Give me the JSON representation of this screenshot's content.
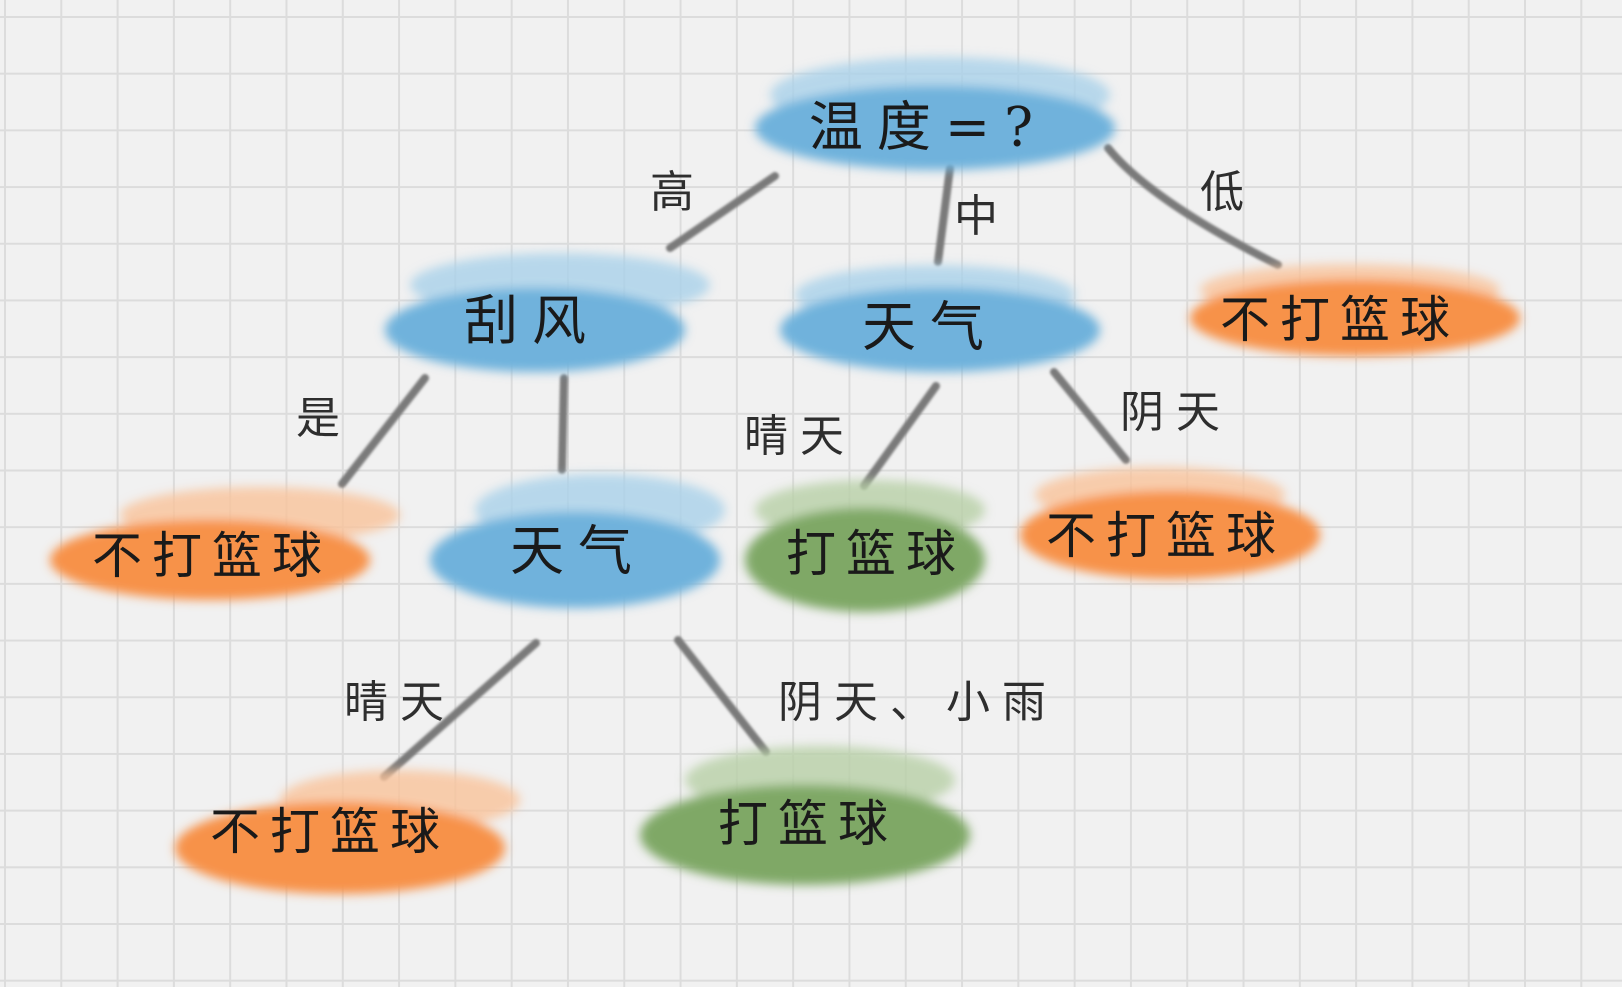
{
  "diagram": {
    "type": "decision-tree",
    "colors": {
      "background": "#f1f1f1",
      "grid": "#dcdcdc",
      "decision_node": "#6fb2dc",
      "no_play_leaf": "#f7924a",
      "play_leaf": "#7fa866",
      "edge": "#7a7a7a",
      "text": "#1a1a1a"
    },
    "nodes": {
      "root": {
        "label": "温度=?",
        "kind": "decision"
      },
      "wind": {
        "label": "刮风",
        "kind": "decision"
      },
      "weather_mid": {
        "label": "天气",
        "kind": "decision"
      },
      "leaf_low": {
        "label": "不打篮球",
        "kind": "no-play"
      },
      "leaf_wind_yes": {
        "label": "不打篮球",
        "kind": "no-play"
      },
      "weather_wind": {
        "label": "天气",
        "kind": "decision"
      },
      "leaf_mid_sunny": {
        "label": "打篮球",
        "kind": "play"
      },
      "leaf_mid_cloudy": {
        "label": "不打篮球",
        "kind": "no-play"
      },
      "leaf_wind_sunny": {
        "label": "不打篮球",
        "kind": "no-play"
      },
      "leaf_wind_cloudy_rain": {
        "label": "打篮球",
        "kind": "play"
      }
    },
    "edges": {
      "high": {
        "label": "高",
        "from": "root",
        "to": "wind"
      },
      "mid": {
        "label": "中",
        "from": "root",
        "to": "weather_mid"
      },
      "low": {
        "label": "低",
        "from": "root",
        "to": "leaf_low"
      },
      "yes": {
        "label": "是",
        "from": "wind",
        "to": "leaf_wind_yes"
      },
      "no": {
        "label": "",
        "from": "wind",
        "to": "weather_wind"
      },
      "mid_sunny": {
        "label": "晴天",
        "from": "weather_mid",
        "to": "leaf_mid_sunny"
      },
      "mid_cloudy": {
        "label": "阴天",
        "from": "weather_mid",
        "to": "leaf_mid_cloudy"
      },
      "wind_sunny": {
        "label": "晴天",
        "from": "weather_wind",
        "to": "leaf_wind_sunny"
      },
      "wind_cloudy_rain": {
        "label": "阴天、小雨",
        "from": "weather_wind",
        "to": "leaf_wind_cloudy_rain"
      }
    }
  }
}
